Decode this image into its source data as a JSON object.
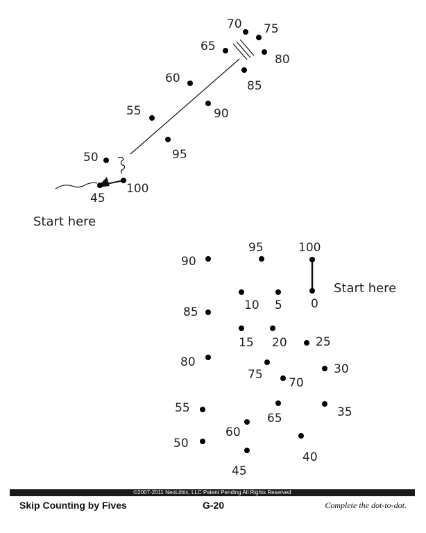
{
  "puzzle_top": {
    "start_label": "Start here",
    "dots": [
      {
        "n": "45"
      },
      {
        "n": "50"
      },
      {
        "n": "55"
      },
      {
        "n": "60"
      },
      {
        "n": "65"
      },
      {
        "n": "70"
      },
      {
        "n": "75"
      },
      {
        "n": "80"
      },
      {
        "n": "85"
      },
      {
        "n": "90"
      },
      {
        "n": "95"
      },
      {
        "n": "100"
      }
    ]
  },
  "puzzle_bottom": {
    "start_label": "Start here",
    "dots": [
      {
        "n": "0"
      },
      {
        "n": "5"
      },
      {
        "n": "10"
      },
      {
        "n": "15"
      },
      {
        "n": "20"
      },
      {
        "n": "25"
      },
      {
        "n": "30"
      },
      {
        "n": "35"
      },
      {
        "n": "40"
      },
      {
        "n": "45"
      },
      {
        "n": "50"
      },
      {
        "n": "55"
      },
      {
        "n": "60"
      },
      {
        "n": "65"
      },
      {
        "n": "70"
      },
      {
        "n": "75"
      },
      {
        "n": "80"
      },
      {
        "n": "85"
      },
      {
        "n": "90"
      },
      {
        "n": "95"
      },
      {
        "n": "100"
      }
    ]
  },
  "footer": {
    "copyright": "©2007-2011 NeoLithix, LLC  Patent Pending  All Rights Reserved",
    "title": "Skip Counting by Fives",
    "code": "G-20",
    "instruction": "Complete the dot-to-dot."
  }
}
